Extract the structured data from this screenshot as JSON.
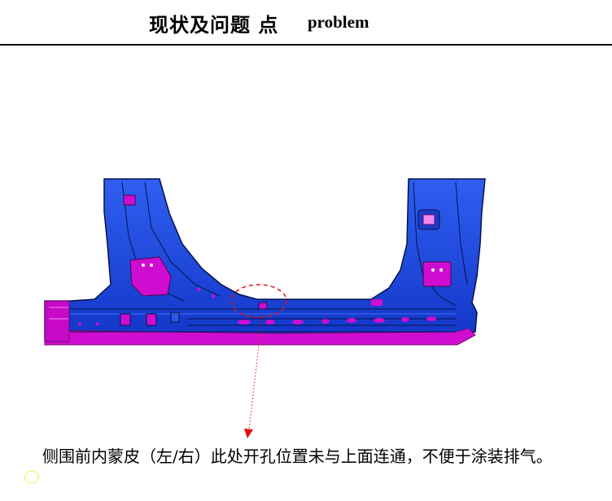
{
  "header": {
    "title_cn": "现状及问题 点",
    "title_en": "problem"
  },
  "figure": {
    "panel_colors": {
      "body": "#1538d8",
      "inner": "#2f64f0",
      "outline": "#06124a",
      "pink": "#d00cd0",
      "pink_light": "#f08af0"
    },
    "callout_color": "#e01010"
  },
  "caption": {
    "text": "侧围前内蒙皮（左/右）此处开孔位置未与上面连通，不便于涂装排气。"
  }
}
